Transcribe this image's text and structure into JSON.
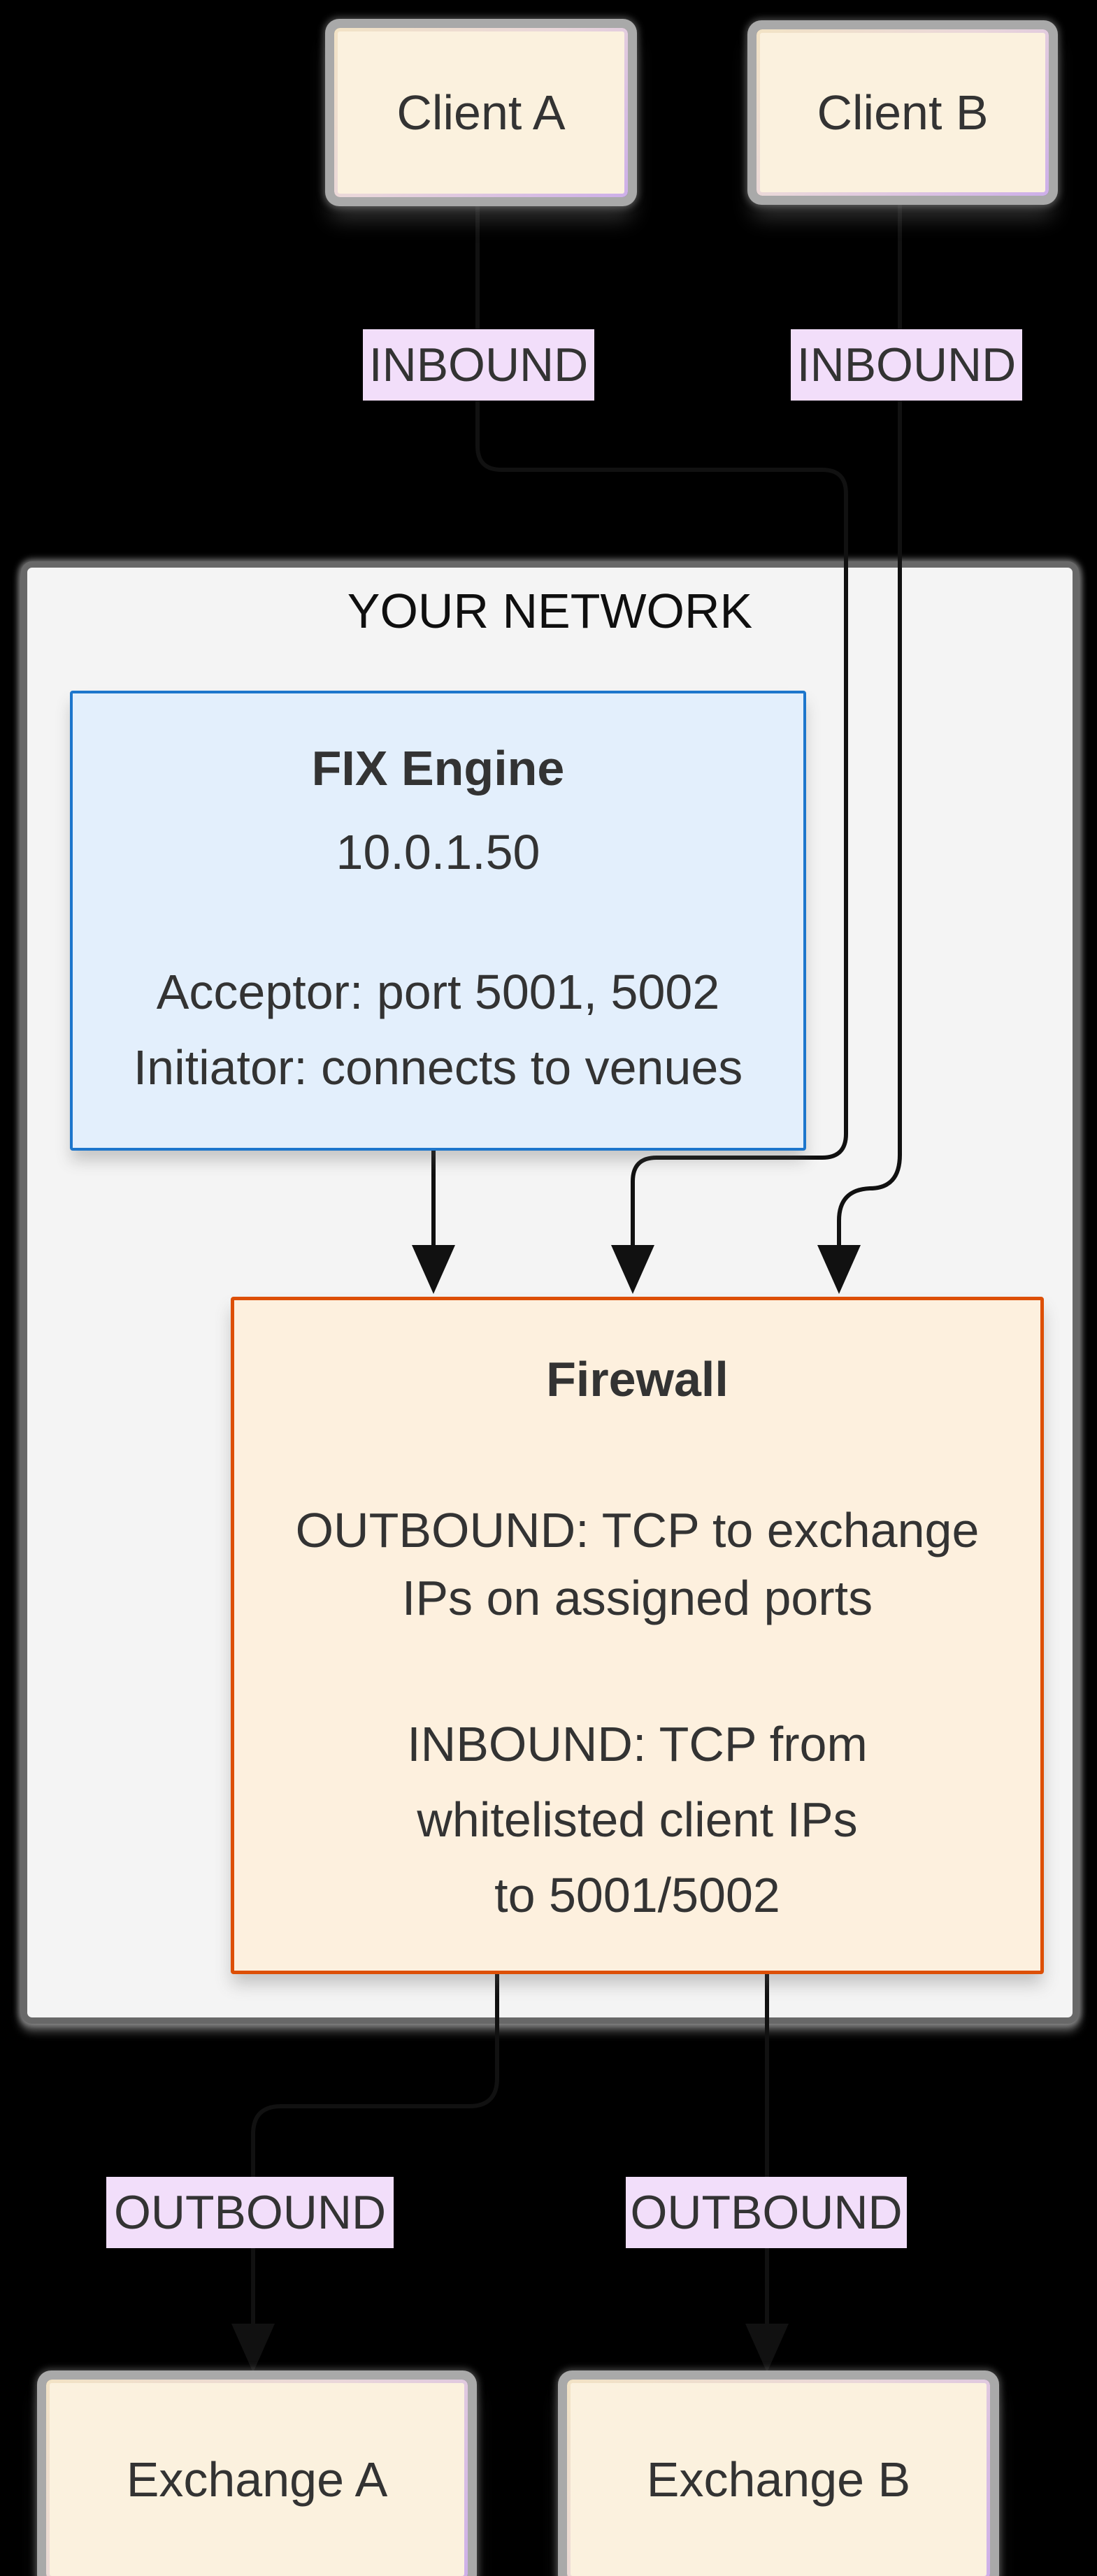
{
  "colors": {
    "page-bg": "#000000",
    "network-bg": "#f4f4f4",
    "network-border": "#686868",
    "node-fill": "#fbf1de",
    "node-accent": "#cdafe9",
    "node-ring": "#a9a9a9",
    "fix-fill": "#e3effc",
    "fix-border": "#1d76cc",
    "firewall-fill": "#fdf0de",
    "firewall-border": "#dd4f05",
    "edge-label-bg": "#f2defa",
    "edge-color": "#111111",
    "text-color": "#333333"
  },
  "network": {
    "title": "YOUR NETWORK"
  },
  "nodes": {
    "client_a": {
      "label": "Client A"
    },
    "client_b": {
      "label": "Client B"
    },
    "fix": {
      "title": "FIX Engine",
      "ip": "10.0.1.50",
      "acceptor": "Acceptor: port 5001, 5002",
      "initiator": "Initiator: connects to venues"
    },
    "firewall": {
      "title": "Firewall",
      "out1": "OUTBOUND: TCP to exchange",
      "out2": "IPs on assigned ports",
      "in1": "INBOUND: TCP from",
      "in2": "whitelisted client IPs",
      "in3": "to 5001/5002"
    },
    "exchange_a": {
      "label": "Exchange A"
    },
    "exchange_b": {
      "label": "Exchange B"
    }
  },
  "edge_labels": {
    "inbound_a": "INBOUND",
    "inbound_b": "INBOUND",
    "outbound_a": "OUTBOUND",
    "outbound_b": "OUTBOUND"
  }
}
